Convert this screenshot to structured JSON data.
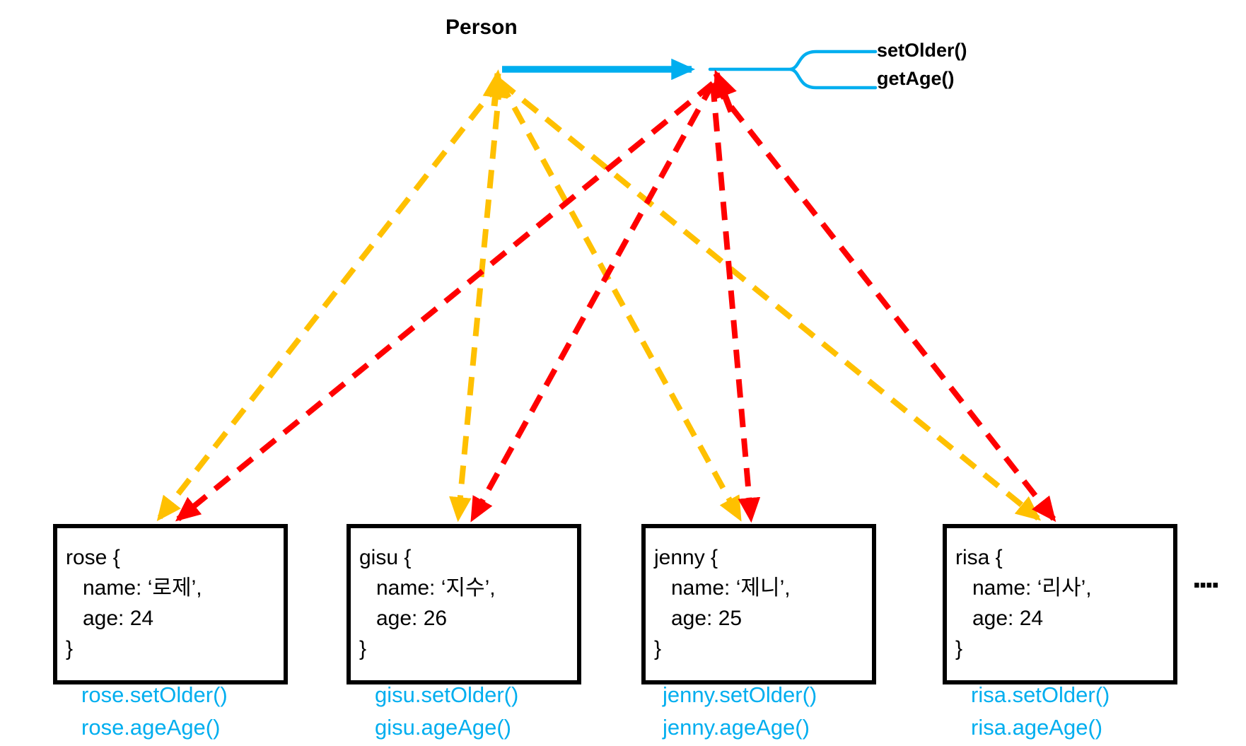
{
  "diagram": {
    "title": "Person",
    "methods": [
      "setOlder()",
      "getAge()"
    ],
    "ellipsis": "....",
    "instances": [
      {
        "name": "rose",
        "header": "rose {",
        "name_line": "name: ‘로제’,",
        "age_line": "age: 24",
        "close": "}",
        "calls": [
          "rose.setOlder()",
          "rose.ageAge()"
        ]
      },
      {
        "name": "gisu",
        "header": "gisu {",
        "name_line": "name: ‘지수’,",
        "age_line": "age: 26",
        "close": "}",
        "calls": [
          "gisu.setOlder()",
          "gisu.ageAge()"
        ]
      },
      {
        "name": "jenny",
        "header": "jenny {",
        "name_line": "name: ‘제니’,",
        "age_line": "age: 25",
        "close": "}",
        "calls": [
          "jenny.setOlder()",
          "jenny.ageAge()"
        ]
      },
      {
        "name": "risa",
        "header": "risa {",
        "name_line": "name: ‘리사’,",
        "age_line": "age: 24",
        "close": "}",
        "calls": [
          "risa.setOlder()",
          "risa.ageAge()"
        ]
      }
    ],
    "colors": {
      "arrow_blue": "#00AEEF",
      "method_call_blue": "#00AEEF",
      "prototype_link_yellow": "#FFC000",
      "method_link_red": "#FF0000",
      "text_black": "#000000",
      "box_border": "#000000",
      "background": "#FFFFFF"
    }
  }
}
